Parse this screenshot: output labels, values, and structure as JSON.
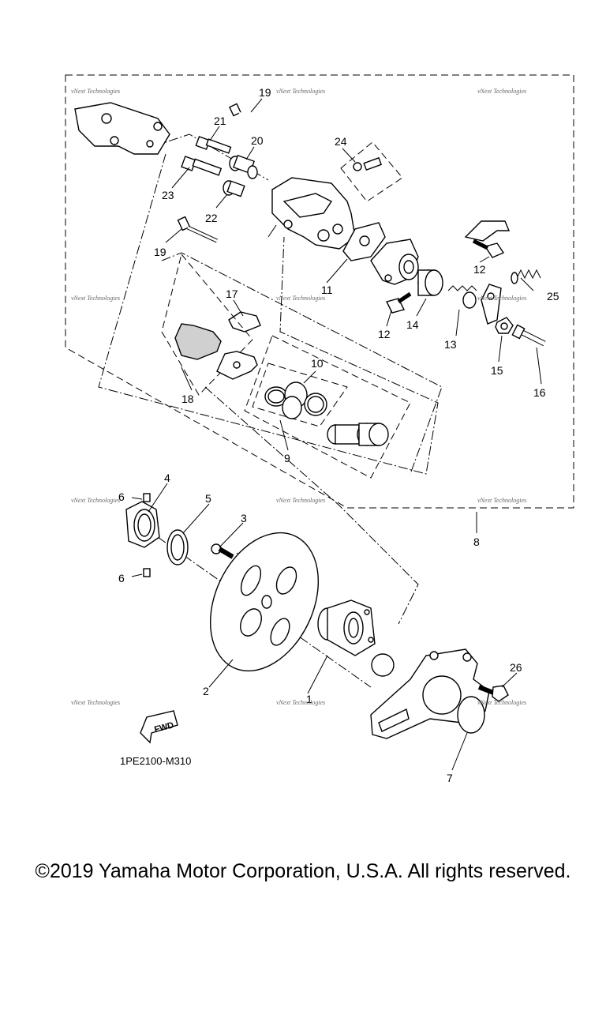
{
  "parts": [
    {
      "id": "1",
      "label": "1"
    },
    {
      "id": "2",
      "label": "2"
    },
    {
      "id": "3",
      "label": "3"
    },
    {
      "id": "4",
      "label": "4"
    },
    {
      "id": "5",
      "label": "5"
    },
    {
      "id": "6a",
      "label": "6"
    },
    {
      "id": "6b",
      "label": "6"
    },
    {
      "id": "7",
      "label": "7"
    },
    {
      "id": "8",
      "label": "8"
    },
    {
      "id": "9",
      "label": "9"
    },
    {
      "id": "10",
      "label": "10"
    },
    {
      "id": "11",
      "label": "11"
    },
    {
      "id": "12a",
      "label": "12"
    },
    {
      "id": "12b",
      "label": "12"
    },
    {
      "id": "13",
      "label": "13"
    },
    {
      "id": "14",
      "label": "14"
    },
    {
      "id": "15",
      "label": "15"
    },
    {
      "id": "16",
      "label": "16"
    },
    {
      "id": "17",
      "label": "17"
    },
    {
      "id": "18",
      "label": "18"
    },
    {
      "id": "19a",
      "label": "19"
    },
    {
      "id": "19b",
      "label": "19"
    },
    {
      "id": "20",
      "label": "20"
    },
    {
      "id": "21",
      "label": "21"
    },
    {
      "id": "22",
      "label": "22"
    },
    {
      "id": "23",
      "label": "23"
    },
    {
      "id": "24",
      "label": "24"
    },
    {
      "id": "25",
      "label": "25"
    },
    {
      "id": "26",
      "label": "26"
    }
  ],
  "fwd_label": "FWD",
  "diagram_code": "1PE2100-M310",
  "watermark": "vNext Technologies",
  "copyright": "©2019 Yamaha Motor Corporation, U.S.A. All rights reserved."
}
